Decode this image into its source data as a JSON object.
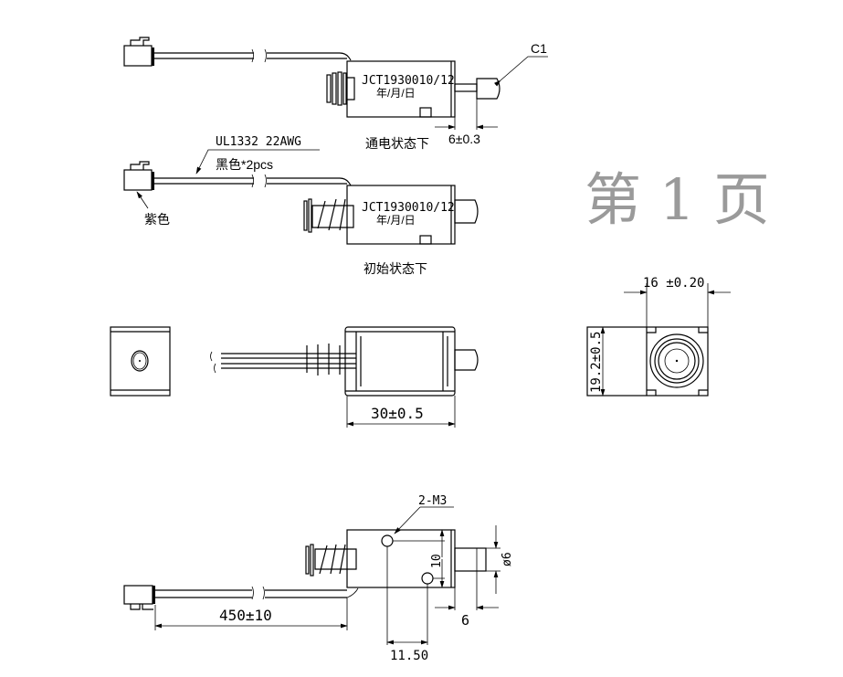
{
  "drawing": {
    "watermark": "第 1 页",
    "part_label": "JCT1930010/12",
    "date_label": "年/月/日",
    "chamfer_label": "C1",
    "stroke_dim": "6±0.3",
    "state_energized": "通电状态下",
    "state_initial": "初始状态下",
    "wire_spec": "UL1332 22AWG",
    "wire_color": "黑色*2pcs",
    "connector_color": "紫色",
    "width_dim": "16 ±0.20",
    "height_dim": "19.2±0.5",
    "length_dim": "30±0.5",
    "thread_label": "2-M3",
    "hole_spacing_v": "10",
    "plunger_dia": "ø6",
    "plunger_len": "6",
    "lead_length": "450±10",
    "hole_spacing_h": "11.50"
  }
}
